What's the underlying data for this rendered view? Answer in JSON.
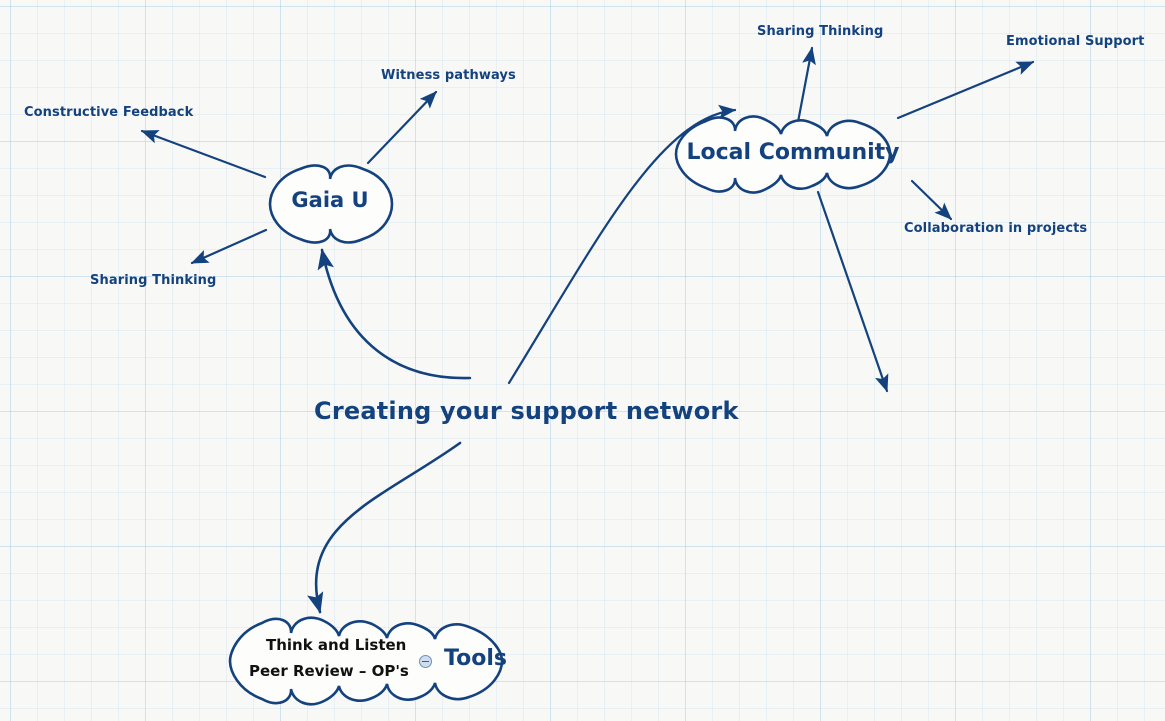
{
  "diagram": {
    "type": "mind-map",
    "central_topic": "Creating your support network",
    "colors": {
      "stroke": "#14427e",
      "text": "#14427e",
      "subitem_text": "#111111",
      "background": "#f8f9f7",
      "grid": "#96c3e1"
    },
    "branches": [
      {
        "id": "gaia-u",
        "label": "Gaia U",
        "shape": "cloud",
        "children": [
          {
            "label": "Witness pathways"
          },
          {
            "label": "Constructive Feedback"
          },
          {
            "label": "Sharing Thinking"
          }
        ]
      },
      {
        "id": "local-community",
        "label": "Local Community",
        "shape": "cloud",
        "children": [
          {
            "label": "Sharing Thinking"
          },
          {
            "label": "Emotional Support"
          },
          {
            "label": "Collaboration in projects"
          },
          {
            "label": ""
          }
        ]
      },
      {
        "id": "tools",
        "label": "Tools",
        "shape": "cloud",
        "collapse_toggle": "minus",
        "children": [
          {
            "label": "Think and Listen"
          },
          {
            "label": "Peer Review – OP's"
          }
        ]
      }
    ]
  }
}
